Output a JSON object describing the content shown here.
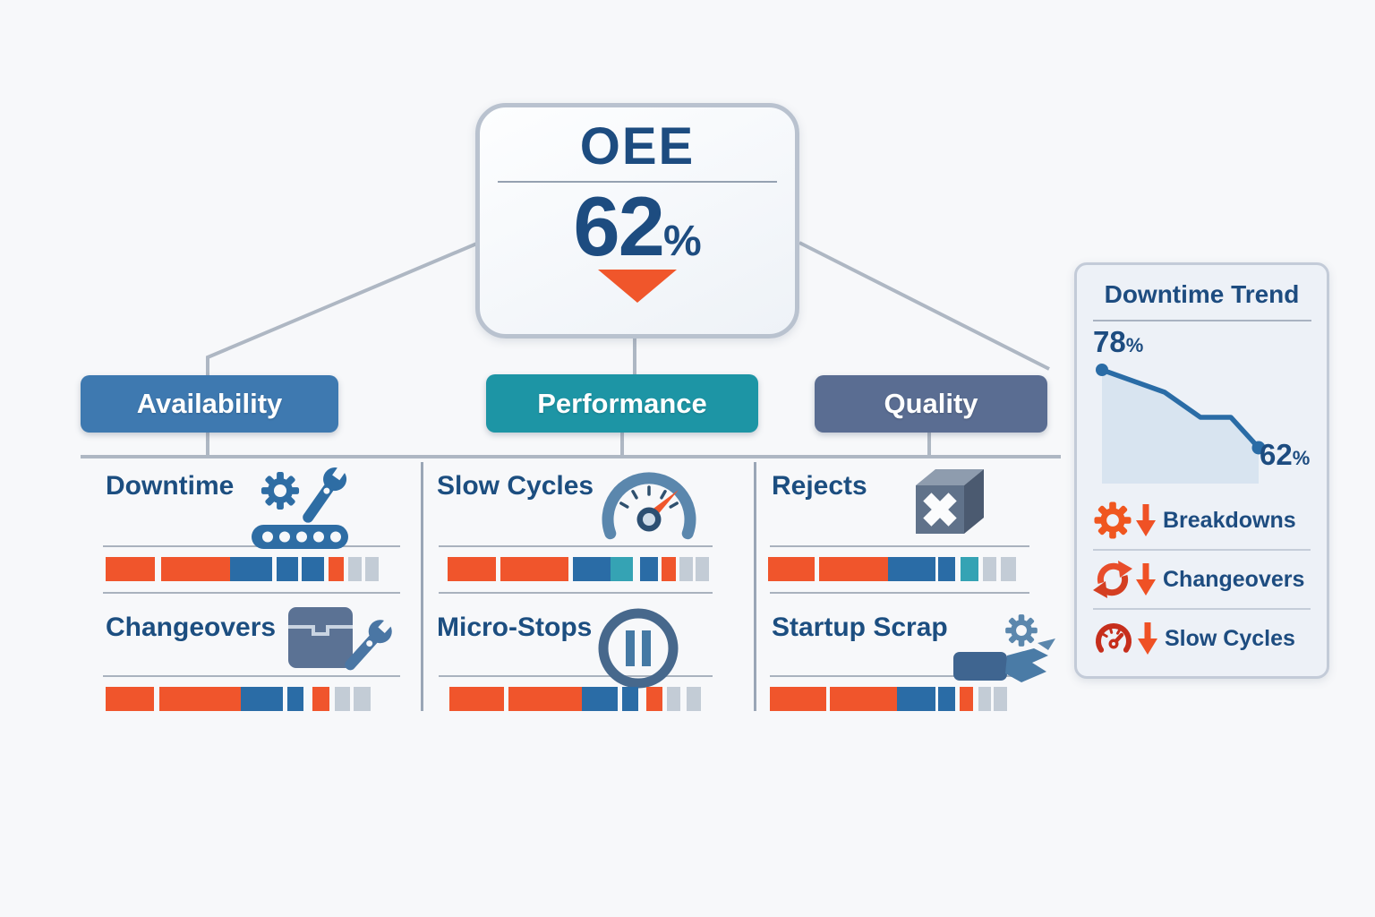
{
  "colors": {
    "orange": "#f0552c",
    "blue": "#2a6ca6",
    "teal": "#35a3b4",
    "gray": "#c3ccd6",
    "navy": "#1d4c80",
    "availability": "#3e79b0",
    "performance": "#1d95a5",
    "quality": "#5a6d92",
    "connector": "#aeb7c3"
  },
  "oee": {
    "title": "OEE",
    "value": "62",
    "unit": "%",
    "trend_icon": "down-triangle-icon"
  },
  "branches": [
    {
      "id": "availability",
      "label": "Availability",
      "items": [
        {
          "label": "Downtime",
          "icon": "machine-gear-wrench-icon",
          "bar": [
            {
              "c": "orange",
              "w": 55,
              "g": 0
            },
            {
              "c": "orange",
              "w": 77,
              "g": 7
            },
            {
              "c": "blue",
              "w": 47,
              "g": 0
            },
            {
              "c": "blue",
              "w": 24,
              "g": 5
            },
            {
              "c": "blue",
              "w": 25,
              "g": 4
            },
            {
              "c": "orange",
              "w": 17,
              "g": 5
            },
            {
              "c": "gray",
              "w": 15,
              "g": 5
            },
            {
              "c": "gray",
              "w": 15,
              "g": 4
            }
          ]
        },
        {
          "label": "Changeovers",
          "icon": "toolbox-wrench-icon",
          "bar": [
            {
              "c": "orange",
              "w": 54,
              "g": 0
            },
            {
              "c": "orange",
              "w": 91,
              "g": 6
            },
            {
              "c": "blue",
              "w": 47,
              "g": 0
            },
            {
              "c": "blue",
              "w": 18,
              "g": 5
            },
            {
              "c": "orange",
              "w": 19,
              "g": 10
            },
            {
              "c": "gray",
              "w": 17,
              "g": 6
            },
            {
              "c": "gray",
              "w": 19,
              "g": 4
            }
          ]
        }
      ]
    },
    {
      "id": "performance",
      "label": "Performance",
      "items": [
        {
          "label": "Slow Cycles",
          "icon": "gauge-icon",
          "bar": [
            {
              "c": "orange",
              "w": 54,
              "g": 0
            },
            {
              "c": "orange",
              "w": 76,
              "g": 5
            },
            {
              "c": "blue",
              "w": 42,
              "g": 5
            },
            {
              "c": "teal",
              "w": 25,
              "g": 0
            },
            {
              "c": "blue",
              "w": 20,
              "g": 8
            },
            {
              "c": "orange",
              "w": 16,
              "g": 4
            },
            {
              "c": "gray",
              "w": 15,
              "g": 4
            },
            {
              "c": "gray",
              "w": 15,
              "g": 3
            }
          ]
        },
        {
          "label": "Micro-Stops",
          "icon": "pause-circle-icon",
          "bar": [
            {
              "c": "orange",
              "w": 61,
              "g": 0
            },
            {
              "c": "orange",
              "w": 82,
              "g": 5
            },
            {
              "c": "blue",
              "w": 40,
              "g": 0
            },
            {
              "c": "blue",
              "w": 18,
              "g": 5
            },
            {
              "c": "orange",
              "w": 18,
              "g": 9
            },
            {
              "c": "gray",
              "w": 15,
              "g": 5
            },
            {
              "c": "gray",
              "w": 16,
              "g": 7
            }
          ]
        }
      ]
    },
    {
      "id": "quality",
      "label": "Quality",
      "items": [
        {
          "label": "Rejects",
          "icon": "reject-box-icon",
          "bar": [
            {
              "c": "orange",
              "w": 52,
              "g": 0
            },
            {
              "c": "orange",
              "w": 77,
              "g": 5
            },
            {
              "c": "blue",
              "w": 53,
              "g": 0
            },
            {
              "c": "blue",
              "w": 19,
              "g": 3
            },
            {
              "c": "teal",
              "w": 20,
              "g": 6
            },
            {
              "c": "gray",
              "w": 15,
              "g": 5
            },
            {
              "c": "gray",
              "w": 17,
              "g": 5
            }
          ]
        },
        {
          "label": "Startup Scrap",
          "icon": "broken-gear-icon",
          "bar": [
            {
              "c": "orange",
              "w": 63,
              "g": 0
            },
            {
              "c": "orange",
              "w": 75,
              "g": 4
            },
            {
              "c": "blue",
              "w": 43,
              "g": 0
            },
            {
              "c": "blue",
              "w": 19,
              "g": 3
            },
            {
              "c": "orange",
              "w": 15,
              "g": 5
            },
            {
              "c": "gray",
              "w": 14,
              "g": 6
            },
            {
              "c": "gray",
              "w": 15,
              "g": 3
            }
          ]
        }
      ]
    }
  ],
  "trend_panel": {
    "title": "Downtime Trend",
    "start": {
      "value": "78",
      "unit": "%"
    },
    "end": {
      "value": "62",
      "unit": "%"
    },
    "legend": [
      {
        "label": "Breakdowns",
        "icon": "gear-icon",
        "trend_icon": "down-arrow-icon"
      },
      {
        "label": "Changeovers",
        "icon": "refresh-icon",
        "trend_icon": "down-arrow-icon"
      },
      {
        "label": "Slow Cycles",
        "icon": "gauge-icon",
        "trend_icon": "down-arrow-icon"
      }
    ]
  },
  "chart_data": {
    "type": "line",
    "title": "Downtime Trend",
    "x": [
      0,
      1,
      2,
      3,
      4
    ],
    "values": [
      78,
      73,
      68,
      68,
      62
    ],
    "start_label": "78%",
    "end_label": "62%",
    "area_fill": true,
    "line_color": "#2a6ca6",
    "fill_color": "#d8e4f0",
    "legend_position": "below"
  }
}
